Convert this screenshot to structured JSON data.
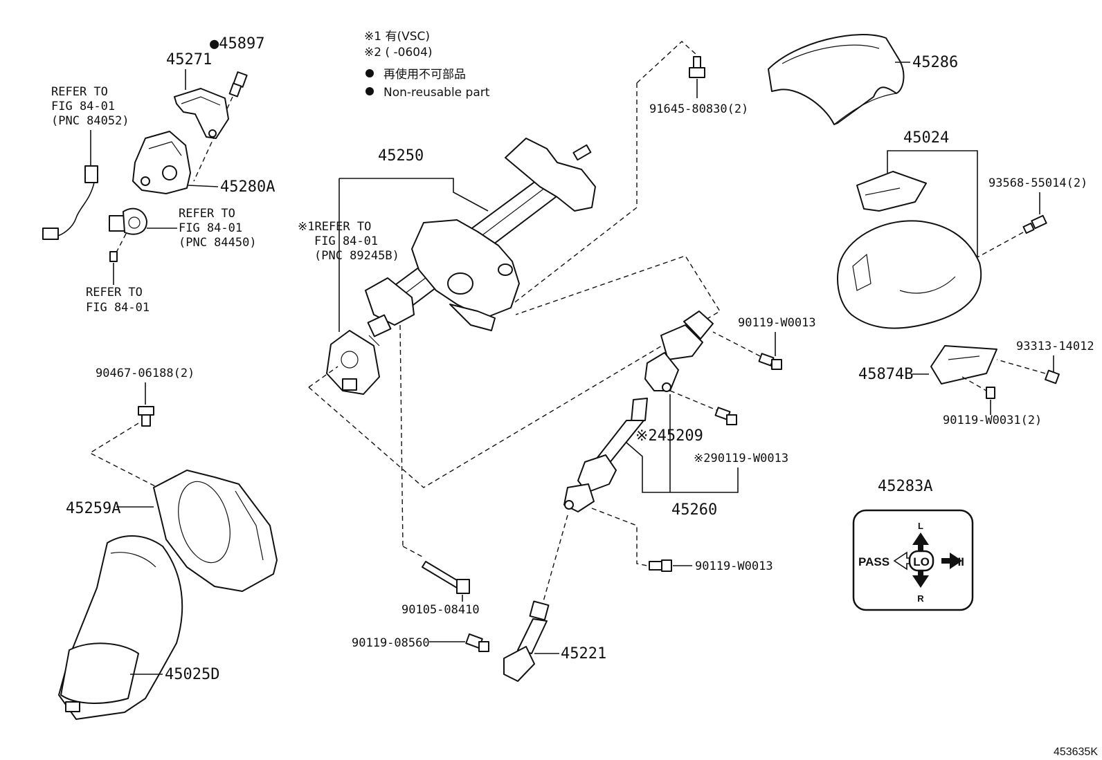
{
  "notes": {
    "note1": "※1 有(VSC)",
    "note2": "※2 (      -0604)",
    "bullet_jp": "再使用不可部品",
    "bullet_en": "Non-reusable part"
  },
  "labels": {
    "p45897": "●45897",
    "p45271": "45271",
    "refer_84052_a": "REFER TO",
    "refer_84052_b": "FIG 84-01",
    "refer_84052_c": "(PNC 84052)",
    "p45280A": "45280A",
    "refer_84450_a": "REFER TO",
    "refer_84450_b": "FIG 84-01",
    "refer_84450_c": "(PNC 84450)",
    "refer_plain_a": "REFER TO",
    "refer_plain_b": "FIG 84-01",
    "p45250": "45250",
    "refer_89245_a": "※1REFER TO",
    "refer_89245_b": "FIG 84-01",
    "refer_89245_c": "(PNC 89245B)",
    "p91645": "91645-80830(2)",
    "p45286": "45286",
    "p45024": "45024",
    "p93568": "93568-55014(2)",
    "p90119_w0013_a": "90119-W0013",
    "p93313": "93313-14012",
    "p45874B": "45874B",
    "p90119_w0031": "90119-W0031(2)",
    "p90467": "90467-06188(2)",
    "p45209": "※245209",
    "p90119_w0013_b": "※290119-W0013",
    "p45260": "45260",
    "p45283A": "45283A",
    "p45259A": "45259A",
    "p90119_w0013_c": "90119-W0013",
    "p90105": "90105-08410",
    "p90119_08560": "90119-08560",
    "p45221": "45221",
    "p45025D": "45025D",
    "figure_id": "453635K"
  },
  "switch_plate": {
    "pass": "PASS",
    "lo": "LO",
    "hi": "HI",
    "l": "L",
    "r": "R"
  }
}
